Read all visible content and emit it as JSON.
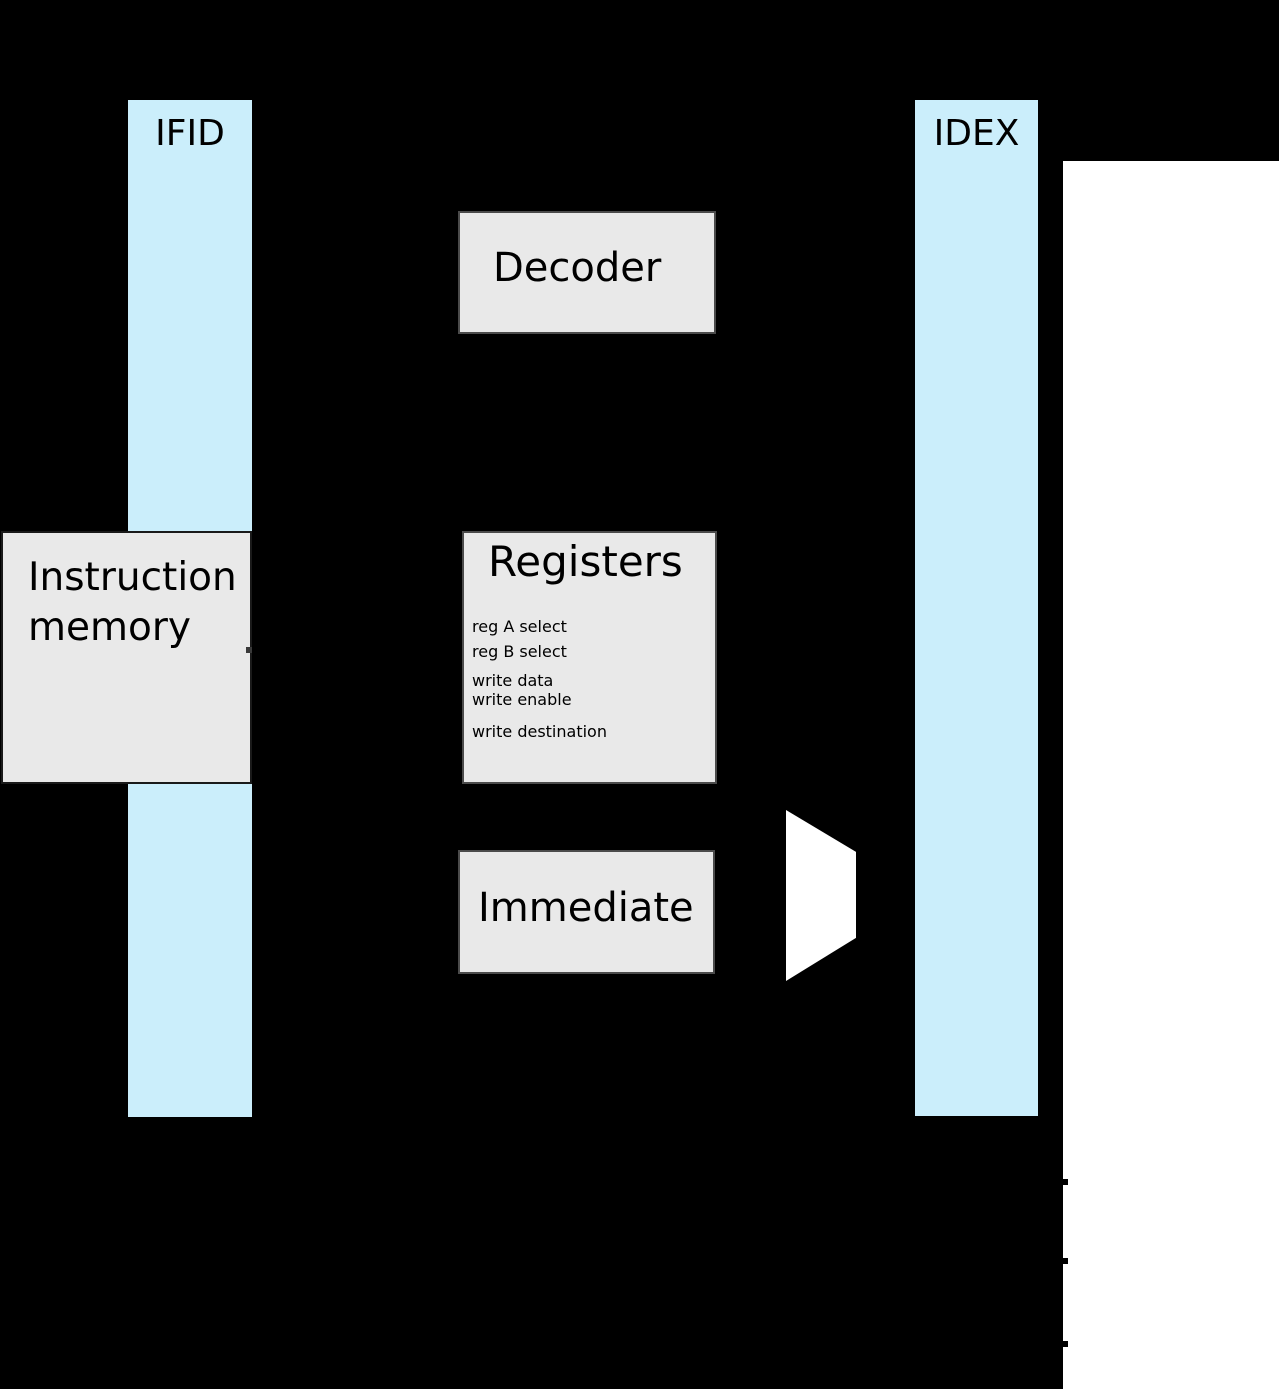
{
  "ifid": {
    "label": "IFID"
  },
  "idex": {
    "label": "IDEX"
  },
  "decoder": {
    "label": "Decoder"
  },
  "instruction_memory": {
    "line1": "Instruction",
    "line2": "memory"
  },
  "registers": {
    "title": "Registers",
    "ports": [
      "reg A select",
      "reg B select",
      "write data",
      "write enable",
      "write destination"
    ]
  },
  "immediate": {
    "label": "Immediate"
  },
  "colors": {
    "background": "#000000",
    "pipeline_register_fill": "#cbeefb",
    "block_fill": "#e9e9e9",
    "block_border": "#4b4b4b",
    "panel_fill": "#ffffff",
    "text": "#111111"
  }
}
